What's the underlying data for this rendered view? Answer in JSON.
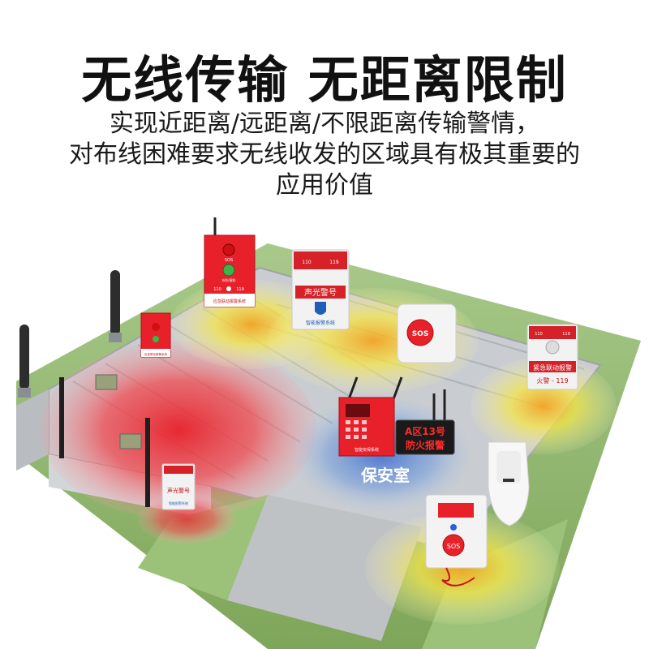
{
  "banner": {
    "headline": "无线传输 无距离限制",
    "subline_1": "实现近距离/远距离/不限距离传输警情，",
    "subline_2": "对布线困难要求无线收发的区域具有极其重要的",
    "subline_3": "应用价值"
  },
  "scene": {
    "control_room_label": "保安室",
    "led_sign": {
      "line_1": "A区13号",
      "line_2": "防火报警"
    },
    "panel_top": {
      "sos": "SOS",
      "mode": "布防/撤防",
      "left_key": "110",
      "right_key": "119",
      "footer": "应急联动报警系统"
    },
    "panel_small": {
      "footer": "应急联动报警系统"
    },
    "strobe_center": {
      "top_left": "110",
      "top_right": "119",
      "name": "声光警号",
      "footer": "智能报警系统"
    },
    "strobe_left": {
      "name": "声光警号",
      "footer": "智能报警系统"
    },
    "emergency_box": {
      "top_left": "110",
      "top_right": "119",
      "name": "紧急联动报警",
      "footer": "火警 - 119"
    },
    "host_panel": {
      "footer": "智能安保系统"
    },
    "sos_button": "SOS",
    "sos_pendant": "SOS"
  },
  "colors": {
    "alarm_red": "#e8202a",
    "zone_yellow": "#f5e64a",
    "zone_blue": "#5a8fe0",
    "roof_gray": "#c9ccd0",
    "grass_green": "#8fb86a"
  }
}
